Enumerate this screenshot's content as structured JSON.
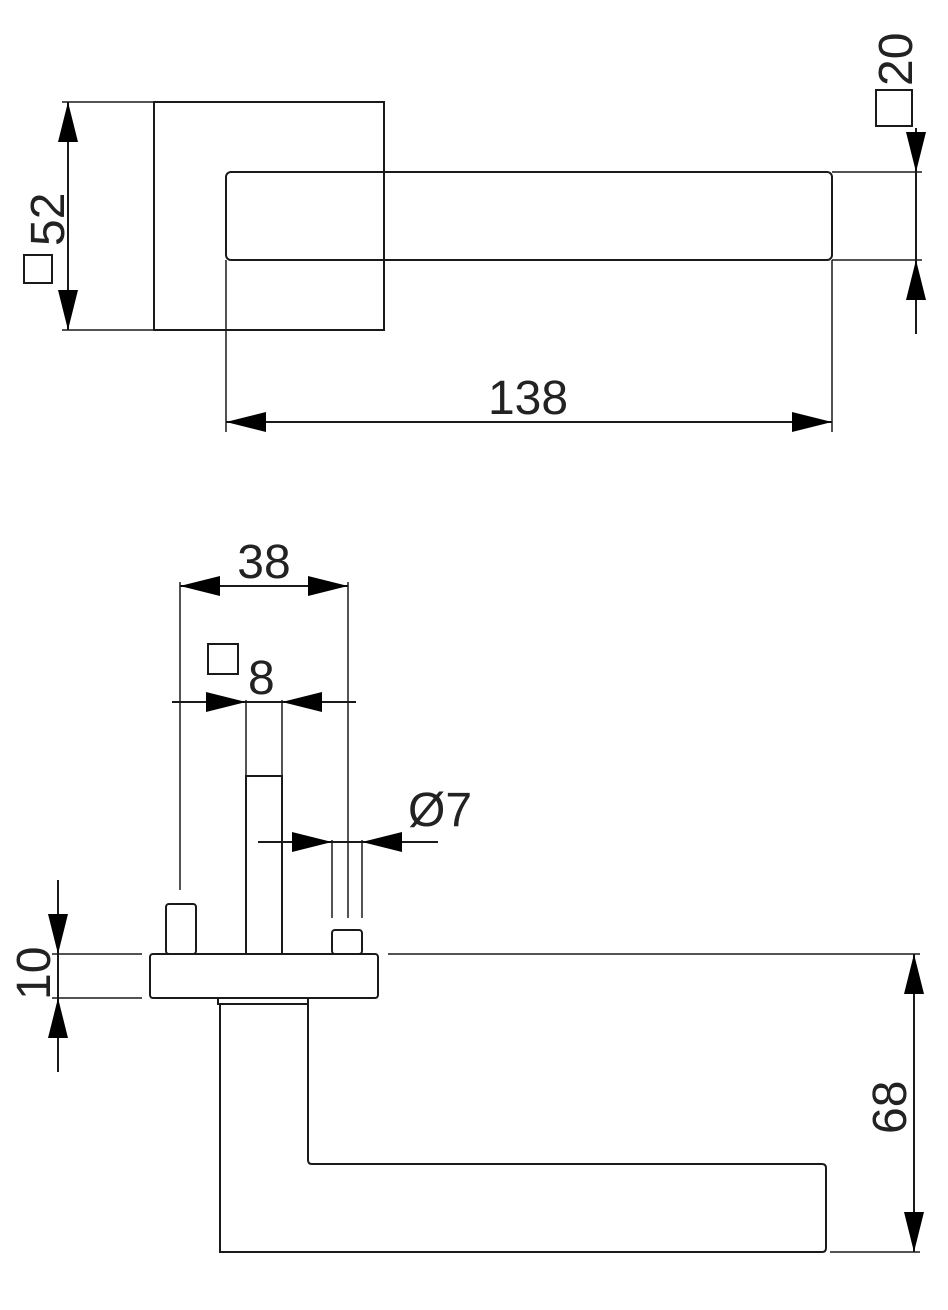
{
  "dimensions": {
    "rose_size": "52",
    "lever_width": "20",
    "lever_length": "138",
    "fixing_span": "38",
    "spindle_square": "8",
    "pin_diameter": "Ø7",
    "rose_height": "10",
    "lever_projection": "68"
  }
}
